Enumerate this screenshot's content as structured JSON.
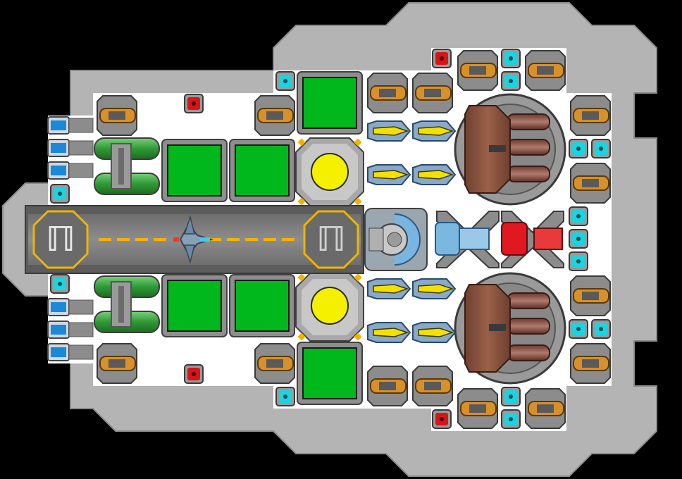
{
  "scene": {
    "title": "",
    "colors": {
      "space": "#000000",
      "armor": "#b4b4b4",
      "armor_edge": "#8c8c8c",
      "deck": "#ffffff",
      "room_green": "#00b81c",
      "reactor_yellow": "#f4f000",
      "beacon_red": "#d81418",
      "cyan_light": "#1ad4e0",
      "hangar_dark": "#5c5c5c",
      "stripe_yellow": "#f0b400"
    }
  },
  "hangar": {
    "pad_left_label": "ℿ",
    "pad_right_label": "ℿ"
  },
  "modules": {
    "cargo_rooms_count": 6,
    "reactors_count": 2,
    "turrets_large_count": 2,
    "docked_ship": "fighter"
  },
  "icons": [
    "thruster-icon",
    "fuel-tank-icon",
    "reactor-icon",
    "missile-launcher-icon",
    "gun-turret-icon",
    "shield-emitter-icon",
    "beacon-icon",
    "landing-pad-icon",
    "fighter-ship-icon",
    "rail-turret-icon"
  ]
}
